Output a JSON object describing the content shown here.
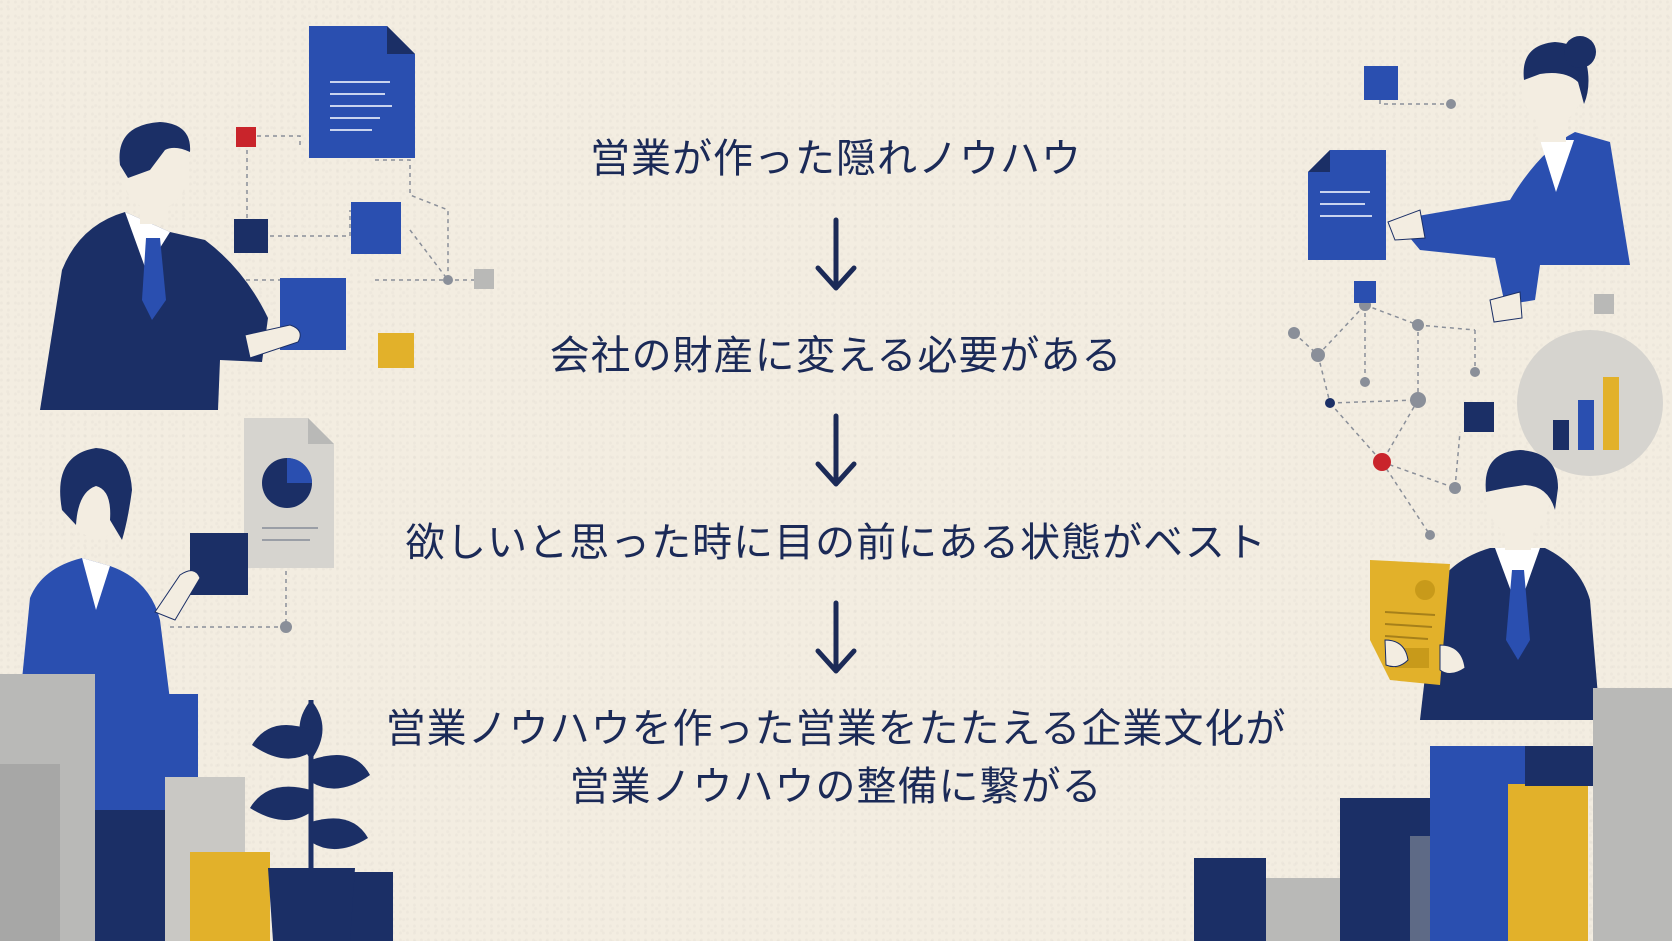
{
  "flow": {
    "steps": [
      {
        "text": "営業が作った隠れノウハウ"
      },
      {
        "text": "会社の財産に変える必要がある"
      },
      {
        "text": "欲しいと思った時に目の前にある状態がベスト"
      },
      {
        "lines": [
          "営業ノウハウを作った営業をたたえる企業文化が",
          "営業ノウハウの整備に繋がる"
        ]
      }
    ]
  },
  "colors": {
    "background": "#f3ede1",
    "text": "#1b2a57",
    "navy": "#1b2f66",
    "blue": "#2a4fb0",
    "gold": "#e2b12a",
    "grey": "#b9b9b7",
    "red": "#c9242b"
  },
  "icons": [
    "document-icon",
    "pie-chart-icon",
    "bar-chart-icon",
    "plant-icon",
    "network-icon"
  ]
}
